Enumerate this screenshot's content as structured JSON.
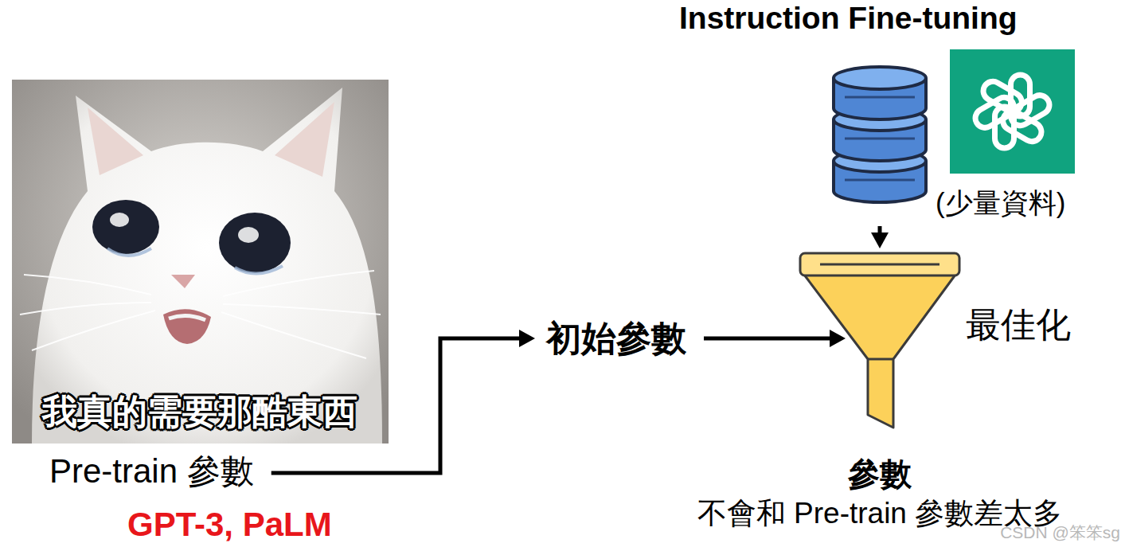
{
  "diagram": {
    "title": "Instruction Fine-tuning",
    "nodes": [
      {
        "text": [
          "Pre-train 參數"
        ]
      },
      {
        "text": [
          "初始參數"
        ]
      },
      {
        "text": [
          "(少量資料)"
        ]
      },
      {
        "text": [
          "最佳化"
        ]
      },
      {
        "text": [
          "參數",
          "不會和 Pre-train 參數差太多"
        ]
      }
    ],
    "edges": [
      {
        "from": 0,
        "to": 1,
        "arrow": "to"
      },
      {
        "from": 1,
        "to": 3,
        "arrow": "to"
      },
      {
        "from": 2,
        "to": 3,
        "arrow": "to"
      }
    ],
    "labels": [
      "我真的需要那酷東西",
      "GPT-3, PaLM",
      "CSDN @笨笨sg"
    ]
  }
}
